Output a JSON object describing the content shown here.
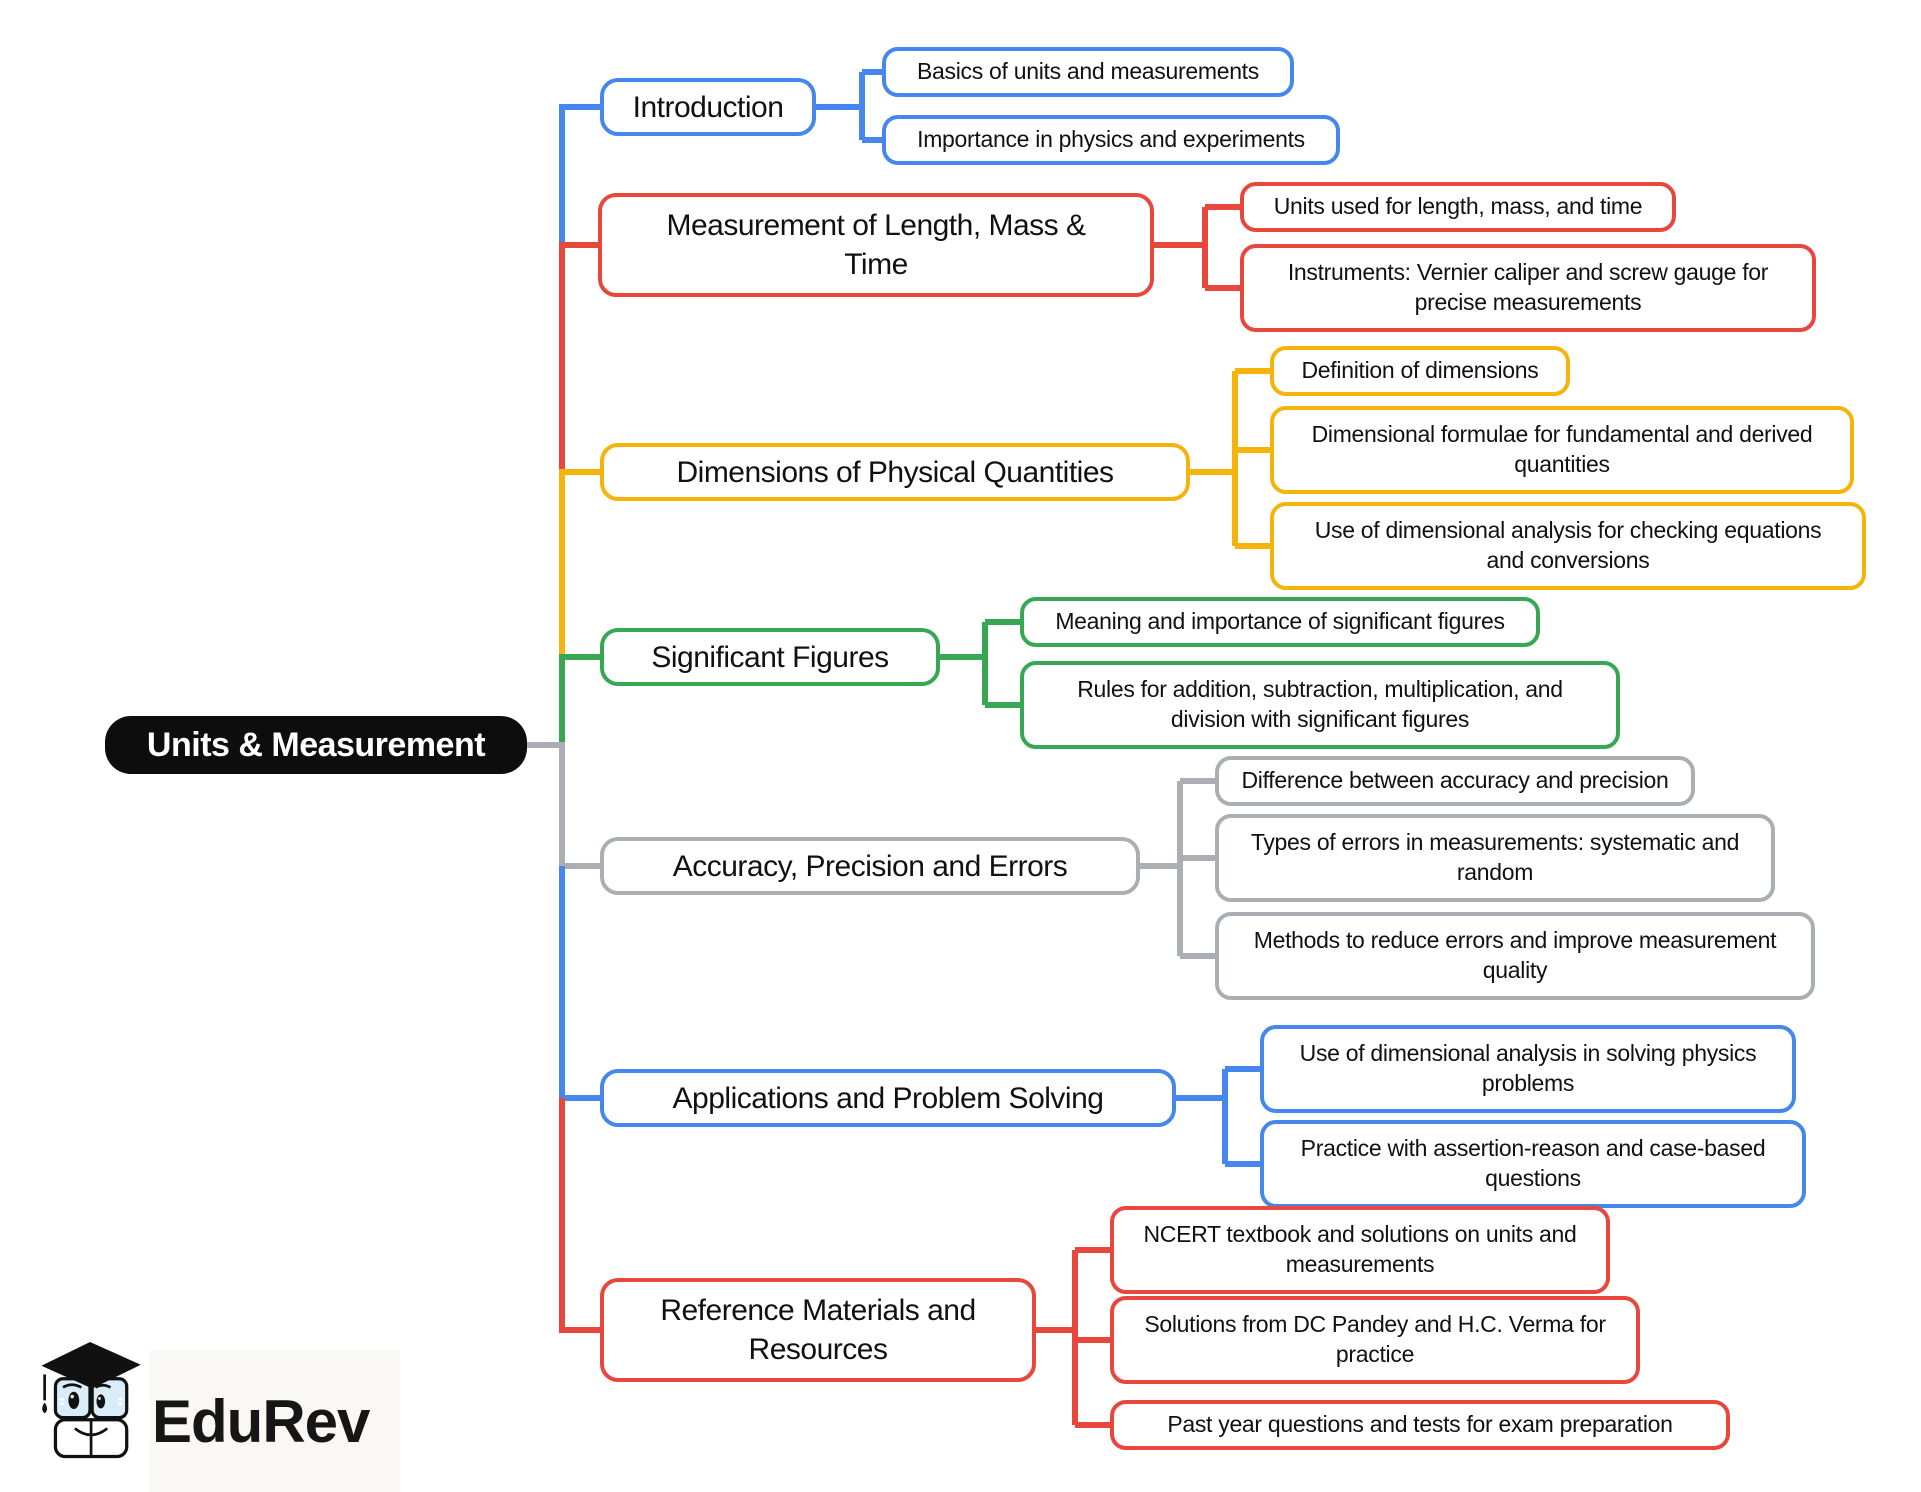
{
  "root": {
    "label": "Units & Measurement",
    "bg": "#0d0d0d",
    "text_color": "#ffffff"
  },
  "branches": [
    {
      "id": "introduction",
      "label": "Introduction",
      "color": "#4687EE",
      "children": [
        {
          "label": "Basics of units and measurements"
        },
        {
          "label": "Importance in physics and experiments"
        }
      ]
    },
    {
      "id": "measurement-length-mass-time",
      "label": "Measurement of Length, Mass &\nTime",
      "color": "#E8473B",
      "children": [
        {
          "label": "Units used for length, mass, and time"
        },
        {
          "label": "Instruments: Vernier caliper and screw gauge for\nprecise measurements"
        }
      ]
    },
    {
      "id": "dimensions-physical-quantities",
      "label": "Dimensions of Physical Quantities",
      "color": "#F6B40B",
      "children": [
        {
          "label": "Definition of dimensions"
        },
        {
          "label": "Dimensional formulae for fundamental and derived\nquantities"
        },
        {
          "label": "Use of dimensional analysis for checking equations\nand conversions"
        }
      ]
    },
    {
      "id": "significant-figures",
      "label": "Significant Figures",
      "color": "#37A753",
      "children": [
        {
          "label": "Meaning and importance of significant figures"
        },
        {
          "label": "Rules for addition, subtraction, multiplication, and\ndivision with significant figures"
        }
      ]
    },
    {
      "id": "accuracy-precision-errors",
      "label": "Accuracy, Precision and Errors",
      "color": "#ABAEB2",
      "children": [
        {
          "label": "Difference between accuracy and precision"
        },
        {
          "label": "Types of errors in measurements: systematic and\nrandom"
        },
        {
          "label": "Methods to reduce errors and improve measurement\nquality"
        }
      ]
    },
    {
      "id": "applications-problem-solving",
      "label": "Applications and Problem Solving",
      "color": "#4687EE",
      "children": [
        {
          "label": "Use of dimensional analysis in solving physics\nproblems"
        },
        {
          "label": "Practice with assertion-reason and case-based\nquestions"
        }
      ]
    },
    {
      "id": "reference-materials-resources",
      "label": "Reference Materials and\nResources",
      "color": "#E8473B",
      "children": [
        {
          "label": "NCERT textbook and solutions on units and\nmeasurements"
        },
        {
          "label": "Solutions from DC Pandey and H.C. Verma for\npractice"
        },
        {
          "label": "Past year questions and tests for exam preparation"
        }
      ]
    }
  ],
  "logo": {
    "brand": "EduRev"
  },
  "palette": {
    "blue": "#4687EE",
    "red": "#E8473B",
    "yellow": "#F6B40B",
    "green": "#37A753",
    "gray": "#ABAEB2",
    "root_bg": "#0d0d0d",
    "root_text": "#ffffff"
  }
}
